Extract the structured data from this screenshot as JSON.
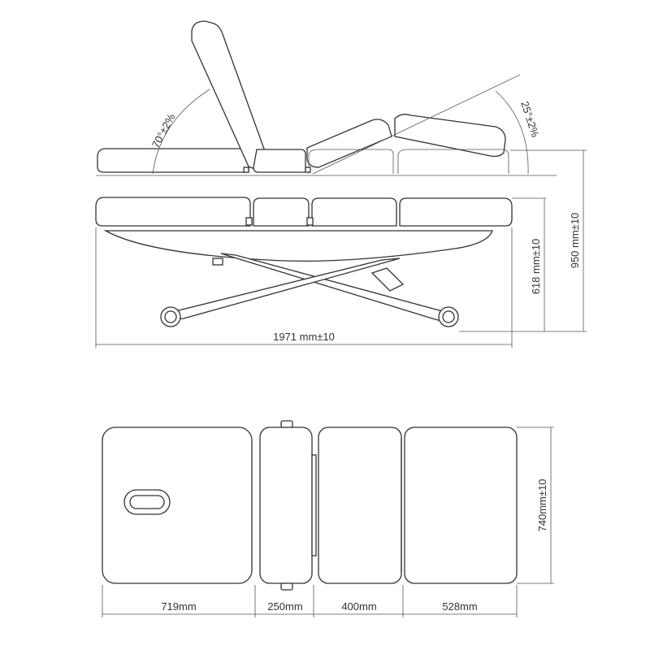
{
  "colors": {
    "line": "#333333",
    "background": "#ffffff"
  },
  "side_view": {
    "total_length": "1971 mm±10",
    "max_height": "950 mm±10",
    "min_height": "618 mm±10",
    "backrest_angle": "70°±2%",
    "leg_angle": "25°±2%"
  },
  "top_view": {
    "width": "740mm±10",
    "section_lengths": [
      "719mm",
      "250mm",
      "400mm",
      "528mm"
    ]
  }
}
